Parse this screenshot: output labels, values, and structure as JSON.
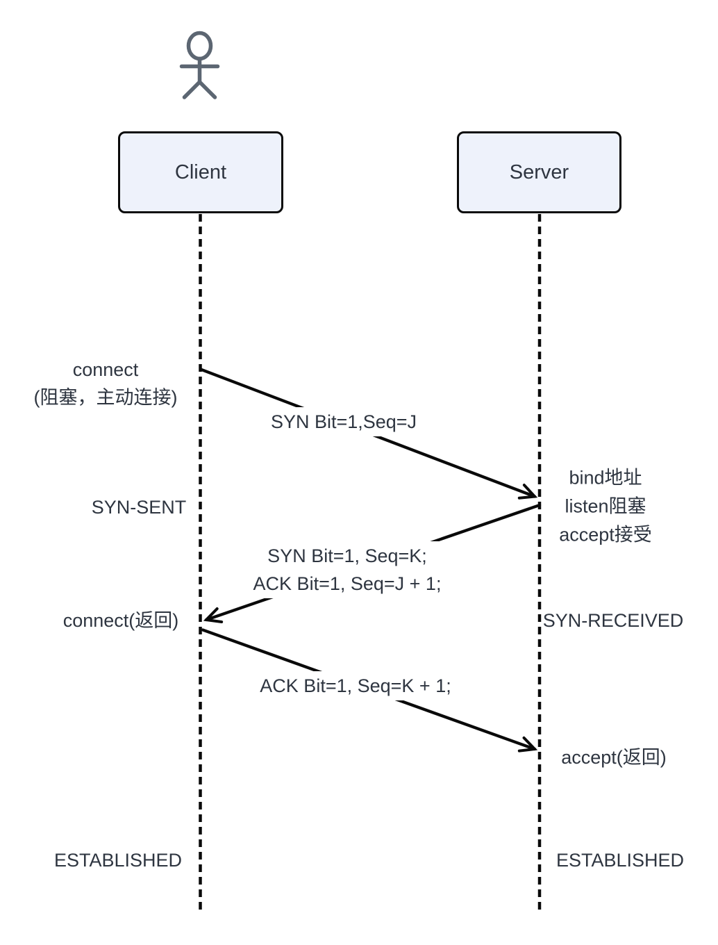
{
  "diagram": {
    "participants": [
      {
        "label": "Client"
      },
      {
        "label": "Server"
      }
    ],
    "messages": [
      {
        "label": "SYN Bit=1,Seq=J"
      },
      {
        "lines": [
          "SYN Bit=1, Seq=K;",
          "ACK Bit=1, Seq=J + 1;"
        ]
      },
      {
        "label": "ACK Bit=1, Seq=K + 1;"
      }
    ],
    "client_annotations": {
      "connect_note": [
        "connect",
        "(阻塞，主动连接)"
      ],
      "state_syn_sent": "SYN-SENT",
      "connect_return": "connect(返回)",
      "state_established": "ESTABLISHED"
    },
    "server_annotations": {
      "setup_note": [
        "bind地址",
        "listen阻塞",
        "accept接受"
      ],
      "state_syn_received": "SYN-RECEIVED",
      "accept_return": "accept(返回)",
      "state_established": "ESTABLISHED"
    },
    "colors": {
      "participant_fill": "#eef2fb",
      "participant_border": "#0a0a0a",
      "line": "#0a0a0a",
      "text": "#2e3540",
      "actor": "#5c6672"
    }
  }
}
